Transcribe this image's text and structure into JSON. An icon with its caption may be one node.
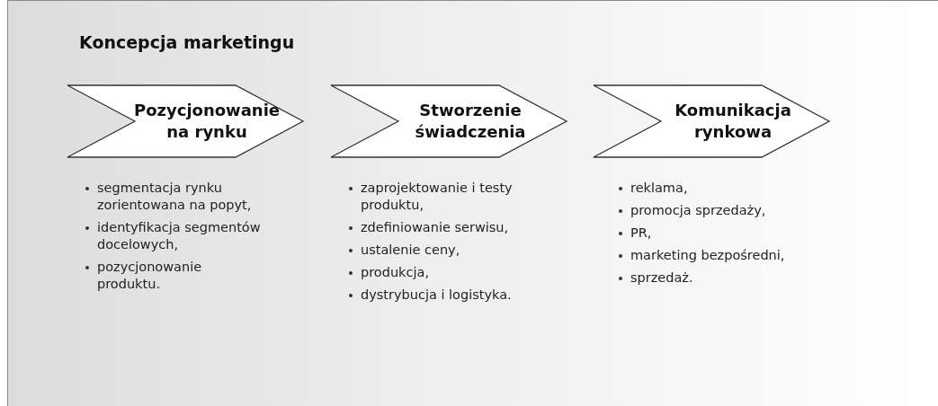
{
  "diagram": {
    "title": "Koncepcja marketingu",
    "nodes": [
      {
        "text": [
          "Pozycjonowanie na rynku"
        ],
        "beside": [
          "segmentacja rynku zorientowana na popyt,",
          "identyfikacja segmentów docelowych,",
          "pozycjonowanie produktu."
        ]
      },
      {
        "text": [
          "Stworzenie świadczenia"
        ],
        "beside": [
          "zaprojektowanie i testy produktu,",
          "zdefiniowanie serwisu,",
          "ustalenie ceny,",
          "produkcja,",
          "dystrybucja i logistyka."
        ]
      },
      {
        "text": [
          "Komunikacja rynkowa"
        ],
        "beside": [
          "reklama,",
          "promocja sprzedaży,",
          "PR,",
          "marketing bezpośredni,",
          "sprzedaż."
        ]
      }
    ],
    "edges": []
  }
}
